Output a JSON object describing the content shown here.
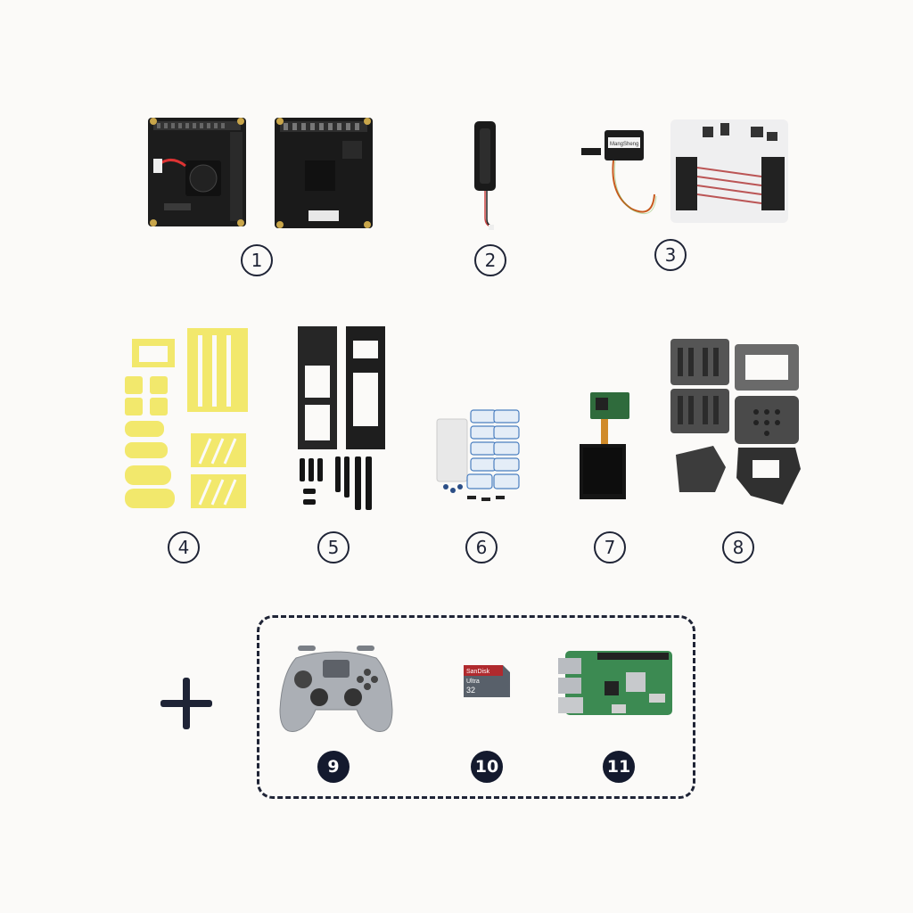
{
  "labels": [
    "1",
    "2",
    "3",
    "4",
    "5",
    "6",
    "7",
    "8",
    "9",
    "10",
    "11"
  ],
  "sd_card": {
    "brand": "SanDisk",
    "line": "Ultra",
    "capacity": "32"
  },
  "servo_label": "MangSheng",
  "colors": {
    "accent_dark": "#141a2e",
    "yellow_parts": "#f2e86c",
    "pcb_green": "#3c8a52"
  }
}
